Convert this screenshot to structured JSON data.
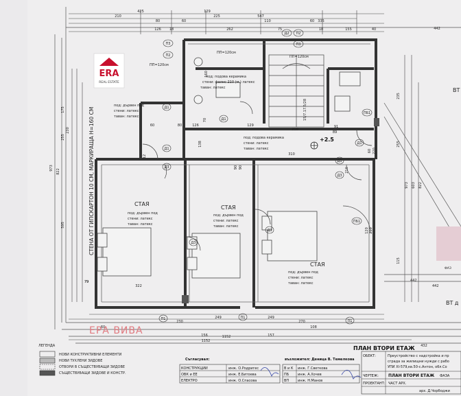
{
  "logo": {
    "text": "ERA",
    "subtext": "REAL ESTATE",
    "accent": "#c8102e"
  },
  "watermark": "ЕРА ВИВА",
  "wall_label": "СТЕНА ОТ ГИПСКАРТОН 10 СМ, МАРКИРАЩА Н=160 СМ",
  "stair_label": "15/7.17.5/28",
  "level_mark": "+2.5",
  "ceiling_notes": [
    "ПП=120см",
    "ПП=120см",
    "ПП=120см"
  ],
  "rooms": [
    {
      "name": "",
      "finish": [
        "под: подова керамика",
        "стени: фаянс 210 (м.) латекс",
        "таван: латекс"
      ]
    },
    {
      "name": "",
      "finish": [
        "под: дървен под",
        "стени: латекс",
        "таван: латекс"
      ]
    },
    {
      "name": "",
      "finish": [
        "под: подова керамика",
        "стени: латекс",
        "таван: латекс"
      ]
    },
    {
      "name": "СТАЯ",
      "finish": [
        "под: дървен под",
        "стени: латекс",
        "таван: латекс"
      ]
    },
    {
      "name": "СТАЯ",
      "finish": [
        "под: дървен под",
        "стени: латекс",
        "таван: латекс"
      ]
    },
    {
      "name": "СТАЯ",
      "finish": [
        "под: дървен под",
        "стени: латекс",
        "таван: латекс"
      ]
    }
  ],
  "door_tags": [
    "П3",
    "П2",
    "П2",
    "П3",
    "Д1",
    "Д1",
    "Д1",
    "Д1",
    "Д1",
    "П1",
    "П1",
    "П1",
    "Д3",
    "Д3",
    "Д3",
    "Д3",
    "ПБ1",
    "ПБ1",
    "Д2"
  ],
  "dims_top": [
    "425",
    "210",
    "547",
    "442",
    "129",
    "335",
    "80",
    "225",
    "60",
    "262",
    "126",
    "18",
    "110",
    "155",
    "18",
    "75",
    "60",
    "40"
  ],
  "dims_interior": [
    "126",
    "129",
    "210",
    "89",
    "91",
    "60",
    "138",
    "310",
    "80",
    "160",
    "70",
    "90",
    "90",
    "12",
    "210",
    "120",
    "210",
    "60",
    "220"
  ],
  "dims_left": [
    "175",
    "255",
    "230",
    "973",
    "822",
    "595",
    "79"
  ],
  "dims_right": [
    "235",
    "255",
    "973",
    "603",
    "822",
    "115"
  ],
  "dims_bottom": [
    "79",
    "322",
    "249",
    "230",
    "249",
    "270",
    "60",
    "156",
    "157",
    "108",
    "1152",
    "1152",
    "432"
  ],
  "far_right": [
    "ВТ",
    "ВТ д",
    "442",
    "442",
    "ФАЗ"
  ],
  "legend": {
    "title": "ЛЕГЕНДА",
    "items": [
      "НОВИ КОНСТРУКТИВНИ ЕЛЕМЕНТИ",
      "НОВИ ТУХЛЕНИ ЗИДОВЕ",
      "ОТВОРИ В СЪЩЕСТВУВАЩИ ЗИДОВЕ",
      "СЪЩЕСТВУВАЩИ ЗИДОВЕ И КОНСТР."
    ]
  },
  "approvals": {
    "title": "Съгласувал:",
    "rows": [
      {
        "part": "КОНСТРУКЦИИ",
        "name": "инж. О.Родригес"
      },
      {
        "part": "ОВК и ЕЕ",
        "name": "инж. Е.Битоева"
      },
      {
        "part": "ЕЛЕКТРО",
        "name": "инж. О.Спасова"
      }
    ]
  },
  "assignor": {
    "label": "възложител: Деница В. Темелкова",
    "rows": [
      {
        "part": "В и К",
        "name": "инж. Г.Светкова"
      },
      {
        "part": "ПБ",
        "name": "инж. А.Хочев"
      },
      {
        "part": "ВП",
        "name": "инж. Н.Манов"
      }
    ]
  },
  "title_block": {
    "sheet_title": "ПЛАН ВТОРИ ЕТАЖ",
    "object_label": "ОБЕКТ:",
    "object_text": [
      "Преустройство с надстройка и пр",
      "сграда за жилищни нужди с рабо",
      "УПИ ХІ-579,кв.50-с.Антон, обл.Со"
    ],
    "drawing_label": "ЧЕРТЕЖ:",
    "drawing_value": "ПЛАН ВТОРИ ЕТАЖ",
    "phase_label": "ФАЗА",
    "designer_label": "ПРОЕКТАНТ:",
    "part": "ЧАСТ АРХ.",
    "designer_name": "арх. Д.Чорбоджи"
  }
}
